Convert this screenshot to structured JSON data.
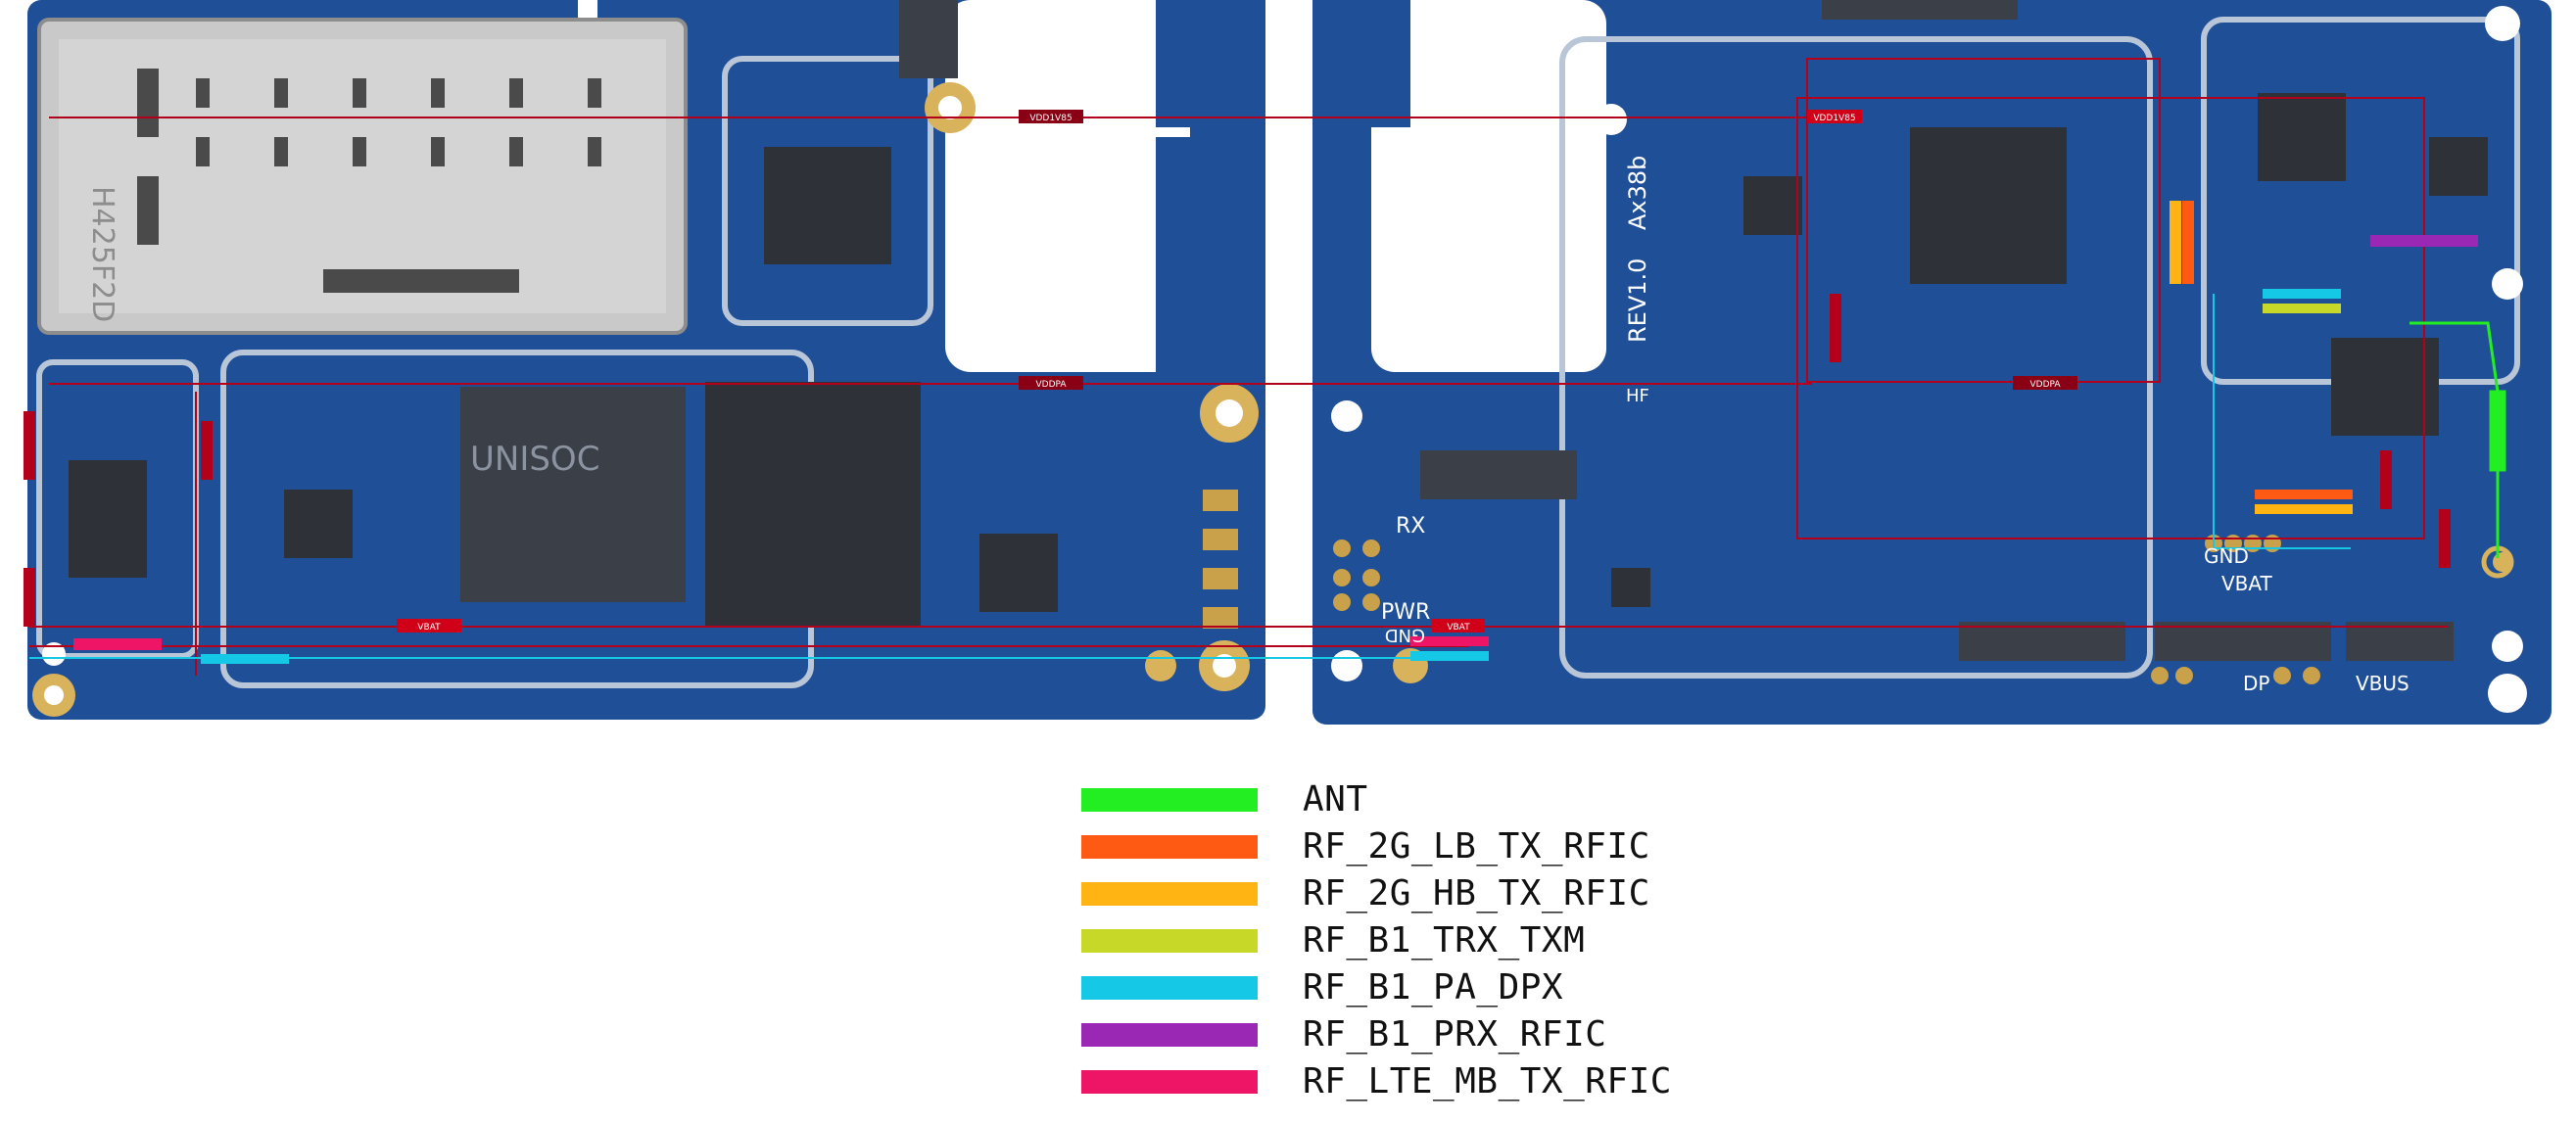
{
  "diagram": {
    "colors": {
      "board": "#1f4f96",
      "board_dark": "#163c78",
      "trace": "#b3001b",
      "metal": "#bdbdbd",
      "gold": "#d9b35c"
    },
    "board_labels": {
      "rx": "RX",
      "pwr": "PWR",
      "gnd_left": "GND",
      "gnd_right": "GND",
      "vbat": "VBAT",
      "dp": "DP",
      "vbus": "VBUS",
      "rev": "REV1.0",
      "model": "Ax38b",
      "hf": "HF",
      "chip_brand": "UNISOC",
      "sim_code": "H425F2D"
    },
    "net_tags": {
      "vdd1v85_a": "VDD1V85",
      "vddpa_a": "VDDPA",
      "vdd1v85_b": "VDD1V85",
      "vddpa_b": "VDDPA",
      "vbat_l": "VBAT",
      "vbat_r": "VBAT"
    },
    "legend": [
      {
        "label": "ANT",
        "color": "#22ee22"
      },
      {
        "label": "RF_2G_LB_TX_RFIC",
        "color": "#ff5a14"
      },
      {
        "label": "RF_2G_HB_TX_RFIC",
        "color": "#ffb414"
      },
      {
        "label": "RF_B1_TRX_TXM",
        "color": "#c8d828"
      },
      {
        "label": "RF_B1_PA_DPX",
        "color": "#14c8e6"
      },
      {
        "label": "RF_B1_PRX_RFIC",
        "color": "#9a28b4"
      },
      {
        "label": "RF_LTE_MB_TX_RFIC",
        "color": "#ee1466"
      }
    ]
  }
}
